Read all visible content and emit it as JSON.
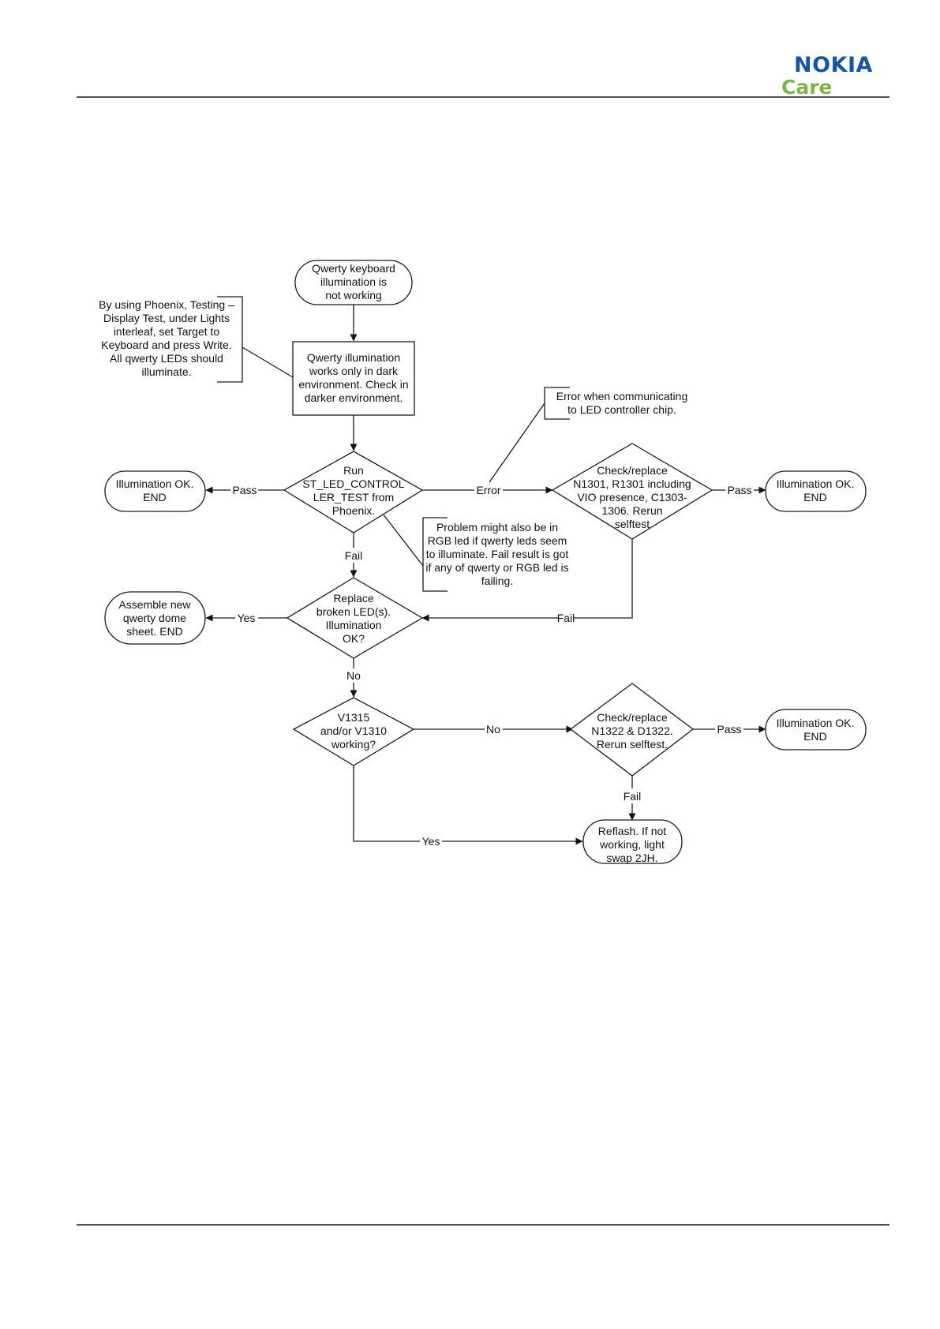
{
  "header": {
    "brand": "NOKIA",
    "subbrand": "Care"
  },
  "flowchart": {
    "start": [
      "Qwerty keyboard",
      "illumination is",
      "not working"
    ],
    "check_dark": [
      "Qwerty illumination",
      "works only in dark",
      "environment. Check in",
      "darker environment."
    ],
    "note_phoenix": [
      "By using Phoenix, Testing –",
      "Display Test, under Lights",
      "interleaf, set Target to",
      "Keyboard and press Write.",
      "All qwerty LEDs should",
      "illuminate."
    ],
    "run_test": [
      "Run",
      "ST_LED_CONTROL",
      "LER_TEST from",
      "Phoenix."
    ],
    "note_error": [
      "Error when communicating",
      "to LED controller chip."
    ],
    "note_rgb": [
      "Problem might also be in",
      "RGB led if qwerty leds seem",
      "to illuminate. Fail result is got",
      "if any of qwerty or RGB led is",
      "failing."
    ],
    "check_n1301": [
      "Check/replace",
      "N1301, R1301 including",
      "VIO presence, C1303-",
      "1306. Rerun",
      "selftest"
    ],
    "ok_left": [
      "Illumination OK.",
      "END"
    ],
    "ok_right_1": [
      "Illumination OK.",
      "END"
    ],
    "replace_led": [
      "Replace",
      "broken LED(s).",
      "Illumination",
      "OK?"
    ],
    "assemble": [
      "Assemble new",
      "qwerty dome",
      "sheet. END"
    ],
    "v1315": [
      "V1315",
      "and/or V1310",
      "working?"
    ],
    "check_n1322": [
      "Check/replace",
      "N1322 & D1322.",
      "Rerun selftest."
    ],
    "ok_right_2": [
      "Illumination OK.",
      "END"
    ],
    "reflash": [
      "Reflash. If not",
      "working, light",
      "swap 2JH."
    ],
    "labels": {
      "pass_left": "Pass",
      "error": "Error",
      "pass_right_1": "Pass",
      "fail_down": "Fail",
      "fail_back": "Fail",
      "yes_left": "Yes",
      "no_down": "No",
      "no_right": "No",
      "pass_right_2": "Pass",
      "fail_down_2": "Fail",
      "yes_bottom": "Yes"
    }
  }
}
